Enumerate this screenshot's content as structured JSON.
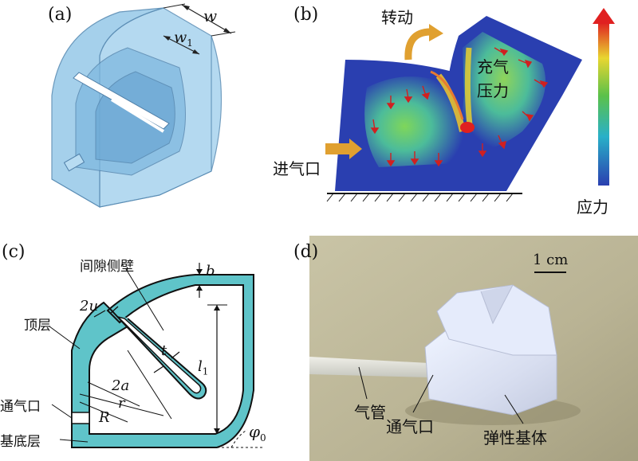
{
  "panels": {
    "a": {
      "letter": "(a)",
      "dim_w": "w",
      "dim_w1": "w",
      "dim_w1_sub": "1"
    },
    "b": {
      "letter": "(b)",
      "rotate": "转动",
      "inflation_pressure_1": "充气",
      "inflation_pressure_2": "压力",
      "inlet": "进气口",
      "stress": "应力"
    },
    "c": {
      "letter": "(c)",
      "gap_wall": "间隙侧壁",
      "top_layer": "顶层",
      "vent": "通气口",
      "base_layer": "基底层",
      "b": "b",
      "two_u": "2u",
      "t": "t",
      "l": "l",
      "l_sub": "1",
      "two_a": "2a",
      "r": "r",
      "R": "R",
      "phi": "φ",
      "phi_sub": "0"
    },
    "d": {
      "letter": "(d)",
      "scale": "1 cm",
      "air_tube": "气管",
      "vent": "通气口",
      "elastic_base": "弹性基体"
    }
  },
  "colors": {
    "translucent_blue": "#8fc6e8",
    "cyan_fill": "#5fc4c9",
    "stress_high": "#e02020",
    "stress_low": "#2a3fb0",
    "arrow_orange": "#e0a030"
  }
}
